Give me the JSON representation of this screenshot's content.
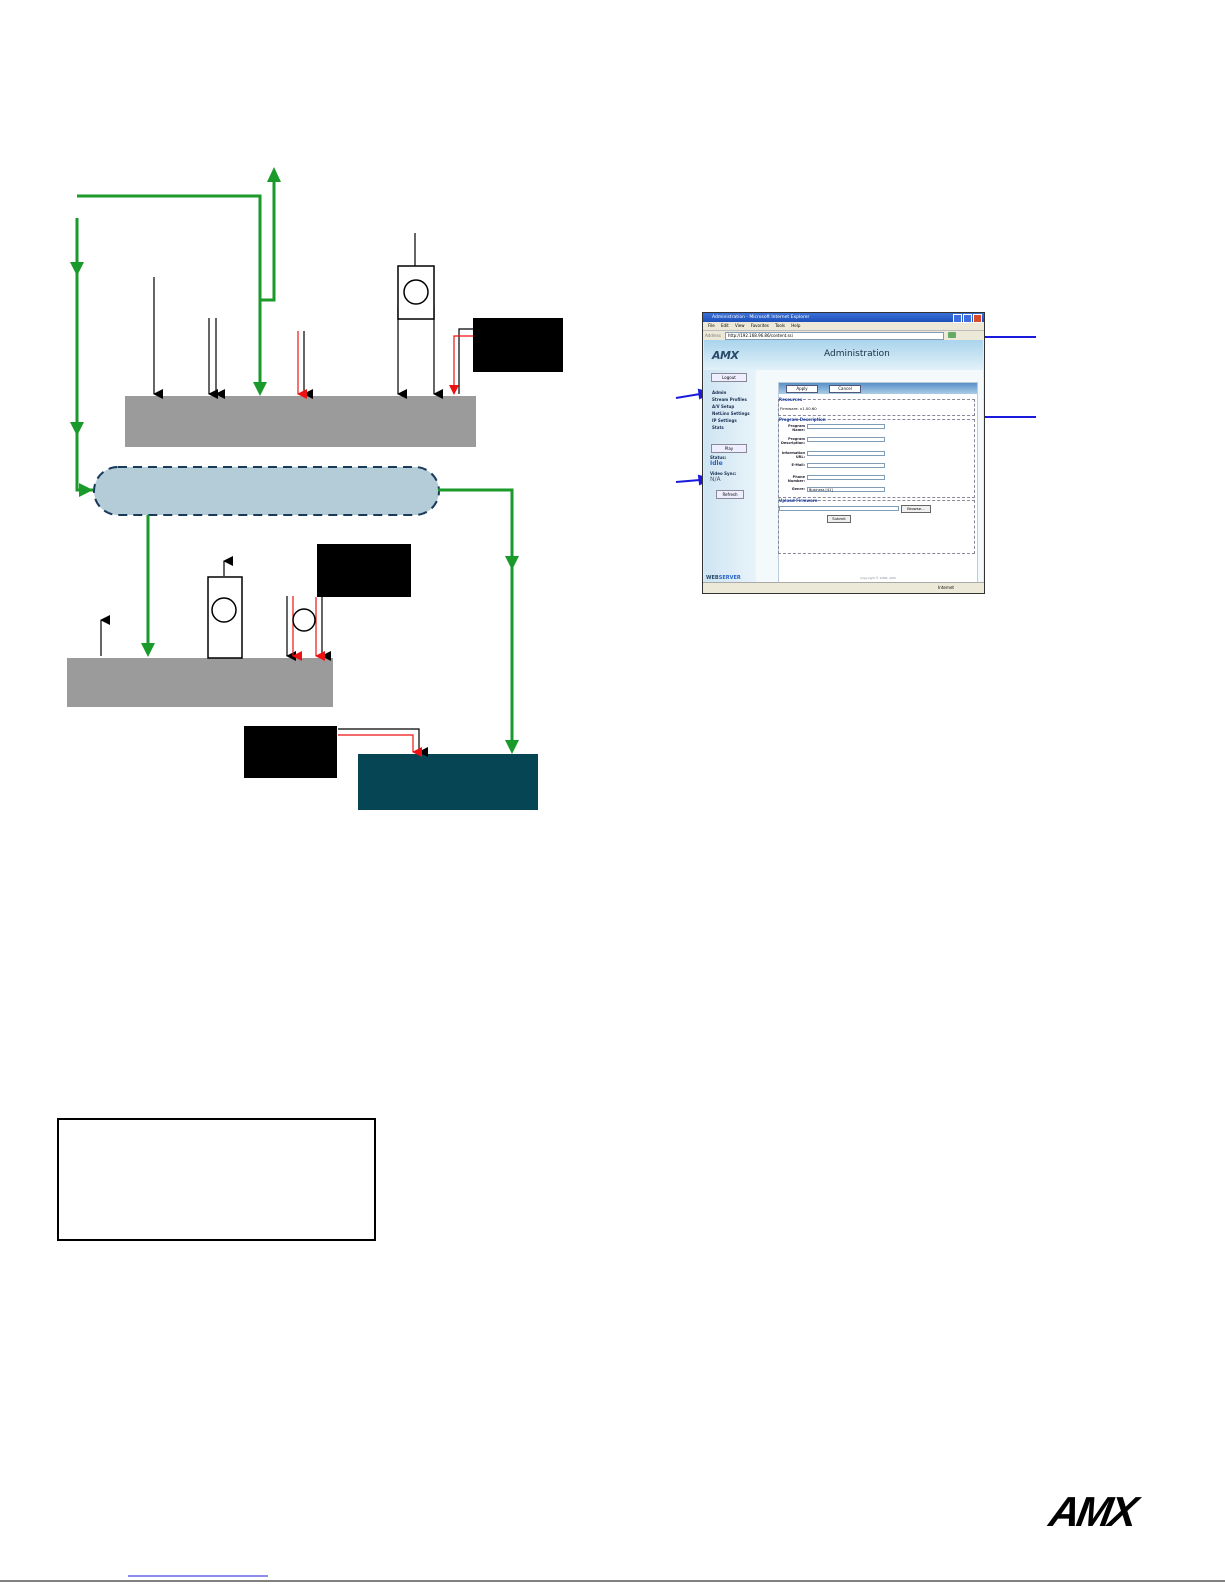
{
  "colors": {
    "green_flow": "#1a9a2a",
    "red_wire": "#ee1111",
    "gray_box": "#9b9b9b",
    "bus_fill": "#b4ccd8",
    "teal_box": "#064654",
    "arrow_blue": "#1a1adc"
  },
  "browser": {
    "window_title": "Administration - Microsoft Internet Explorer",
    "menu": [
      "File",
      "Edit",
      "View",
      "Favorites",
      "Tools",
      "Help"
    ],
    "address_label": "Address",
    "address_url": "http://192.168.96.86/content.ssi",
    "logo": "AMX",
    "page_title": "Administration",
    "logout_label": "Logout",
    "nav": [
      "Admin",
      "Stream Profiles",
      "A/V Setup",
      "NetLinx Settings",
      "IP Settings",
      "Stats"
    ],
    "play_label": "Play",
    "status_label": "Status:",
    "status_value": "Idle",
    "video_sync_label": "Video Sync:",
    "video_sync_value": "N/A",
    "refresh_label": "Refresh",
    "apply_label": "Apply",
    "cancel_label": "Cancel",
    "resources_title": "Resources",
    "firmware_label": "Firmware:",
    "firmware_value": "v1.00.60",
    "program_desc_title": "Program Description",
    "fields": [
      {
        "label": "Program Name:",
        "value": ""
      },
      {
        "label": "Program Description:",
        "value": ""
      },
      {
        "label": "Information URL:",
        "value": ""
      },
      {
        "label": "E-Mail:",
        "value": ""
      },
      {
        "label": "Phone Number:",
        "value": ""
      },
      {
        "label": "Genre:",
        "value": "Business [41]"
      }
    ],
    "upload_title": "Upload Firmware",
    "browse_label": "Browse...",
    "submit_label": "Submit",
    "copyright": "Copyright © 2006, AMX",
    "webserver_pre": "WEB",
    "webserver_post": "SERVER",
    "status_zone": "Internet"
  },
  "footer": {
    "logo": "AMX"
  }
}
